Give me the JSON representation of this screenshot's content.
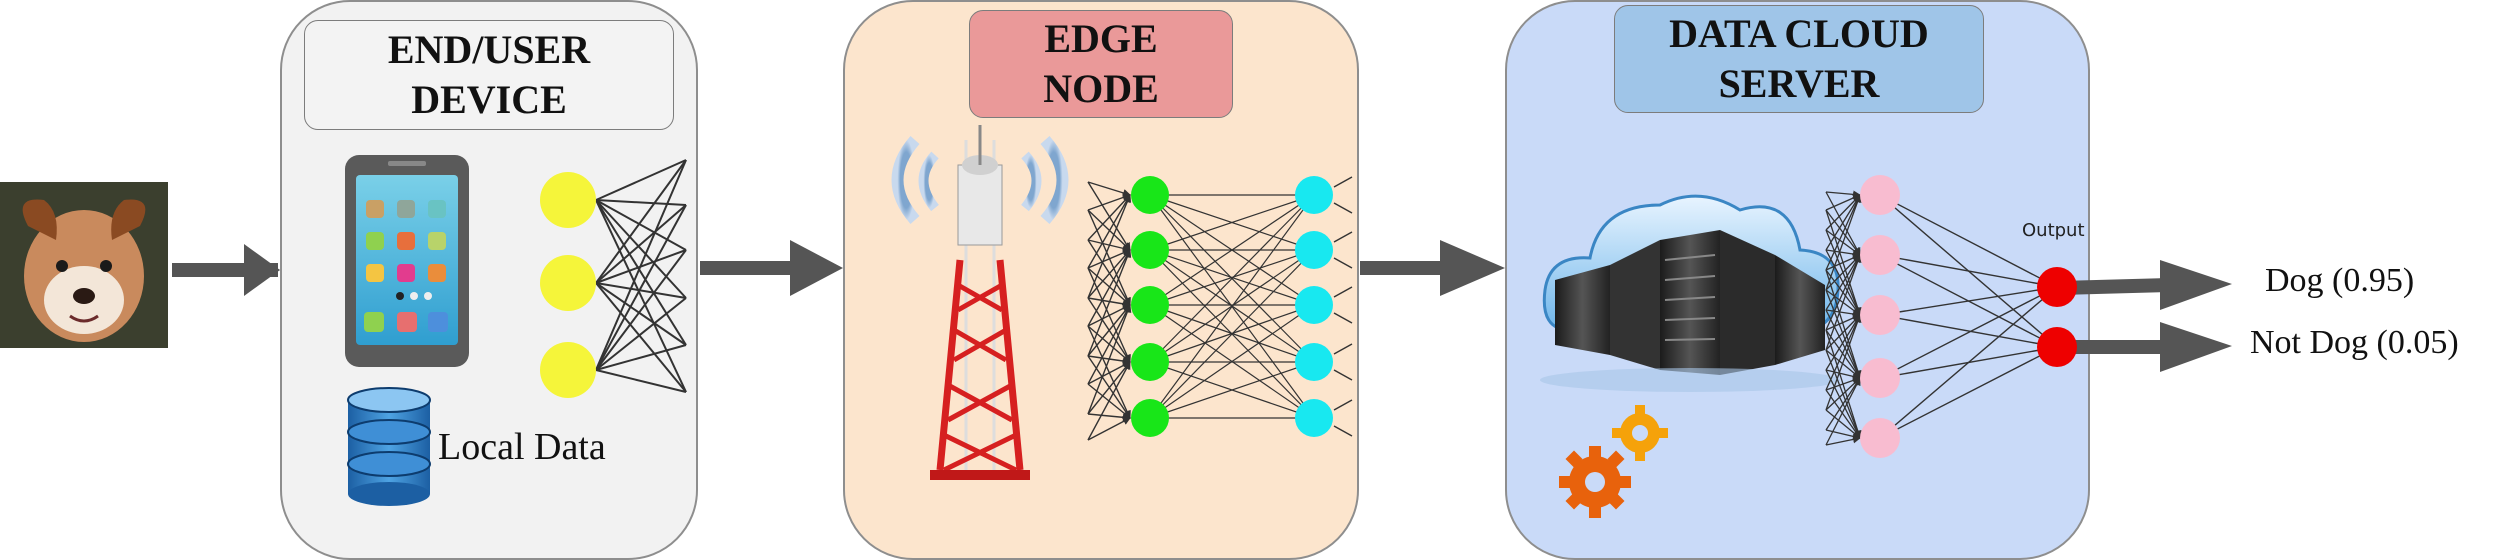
{
  "colors": {
    "end_device_bg": "#f2f2f2",
    "edge_bg": "#fce5cd",
    "cloud_bg": "#c9daf8",
    "edge_title_bg": "#ea9999",
    "cloud_title_bg": "#9fc5e8",
    "end_title_bg": "#f3f3f3",
    "arrow": "#555555",
    "yellow_node": "#f5f53a",
    "green_node": "#18e618",
    "cyan_node": "#18e8f0",
    "pink_node": "#f8bcd0",
    "red_node": "#ee0000"
  },
  "panels": {
    "end_device": {
      "title": "END/USER\nDEVICE",
      "local_data_label": "Local Data"
    },
    "edge_node": {
      "title": "EDGE\nNODE"
    },
    "cloud": {
      "title": "DATA CLOUD\nSERVER",
      "output_label": "Output"
    }
  },
  "outputs": [
    {
      "label": "Dog (0.95)"
    },
    {
      "label": "Not Dog (0.05)"
    }
  ],
  "icons": [
    "dog-photo",
    "smartphone-icon",
    "database-icon",
    "radio-tower-icon",
    "cloud-server-icon",
    "gears-icon"
  ]
}
